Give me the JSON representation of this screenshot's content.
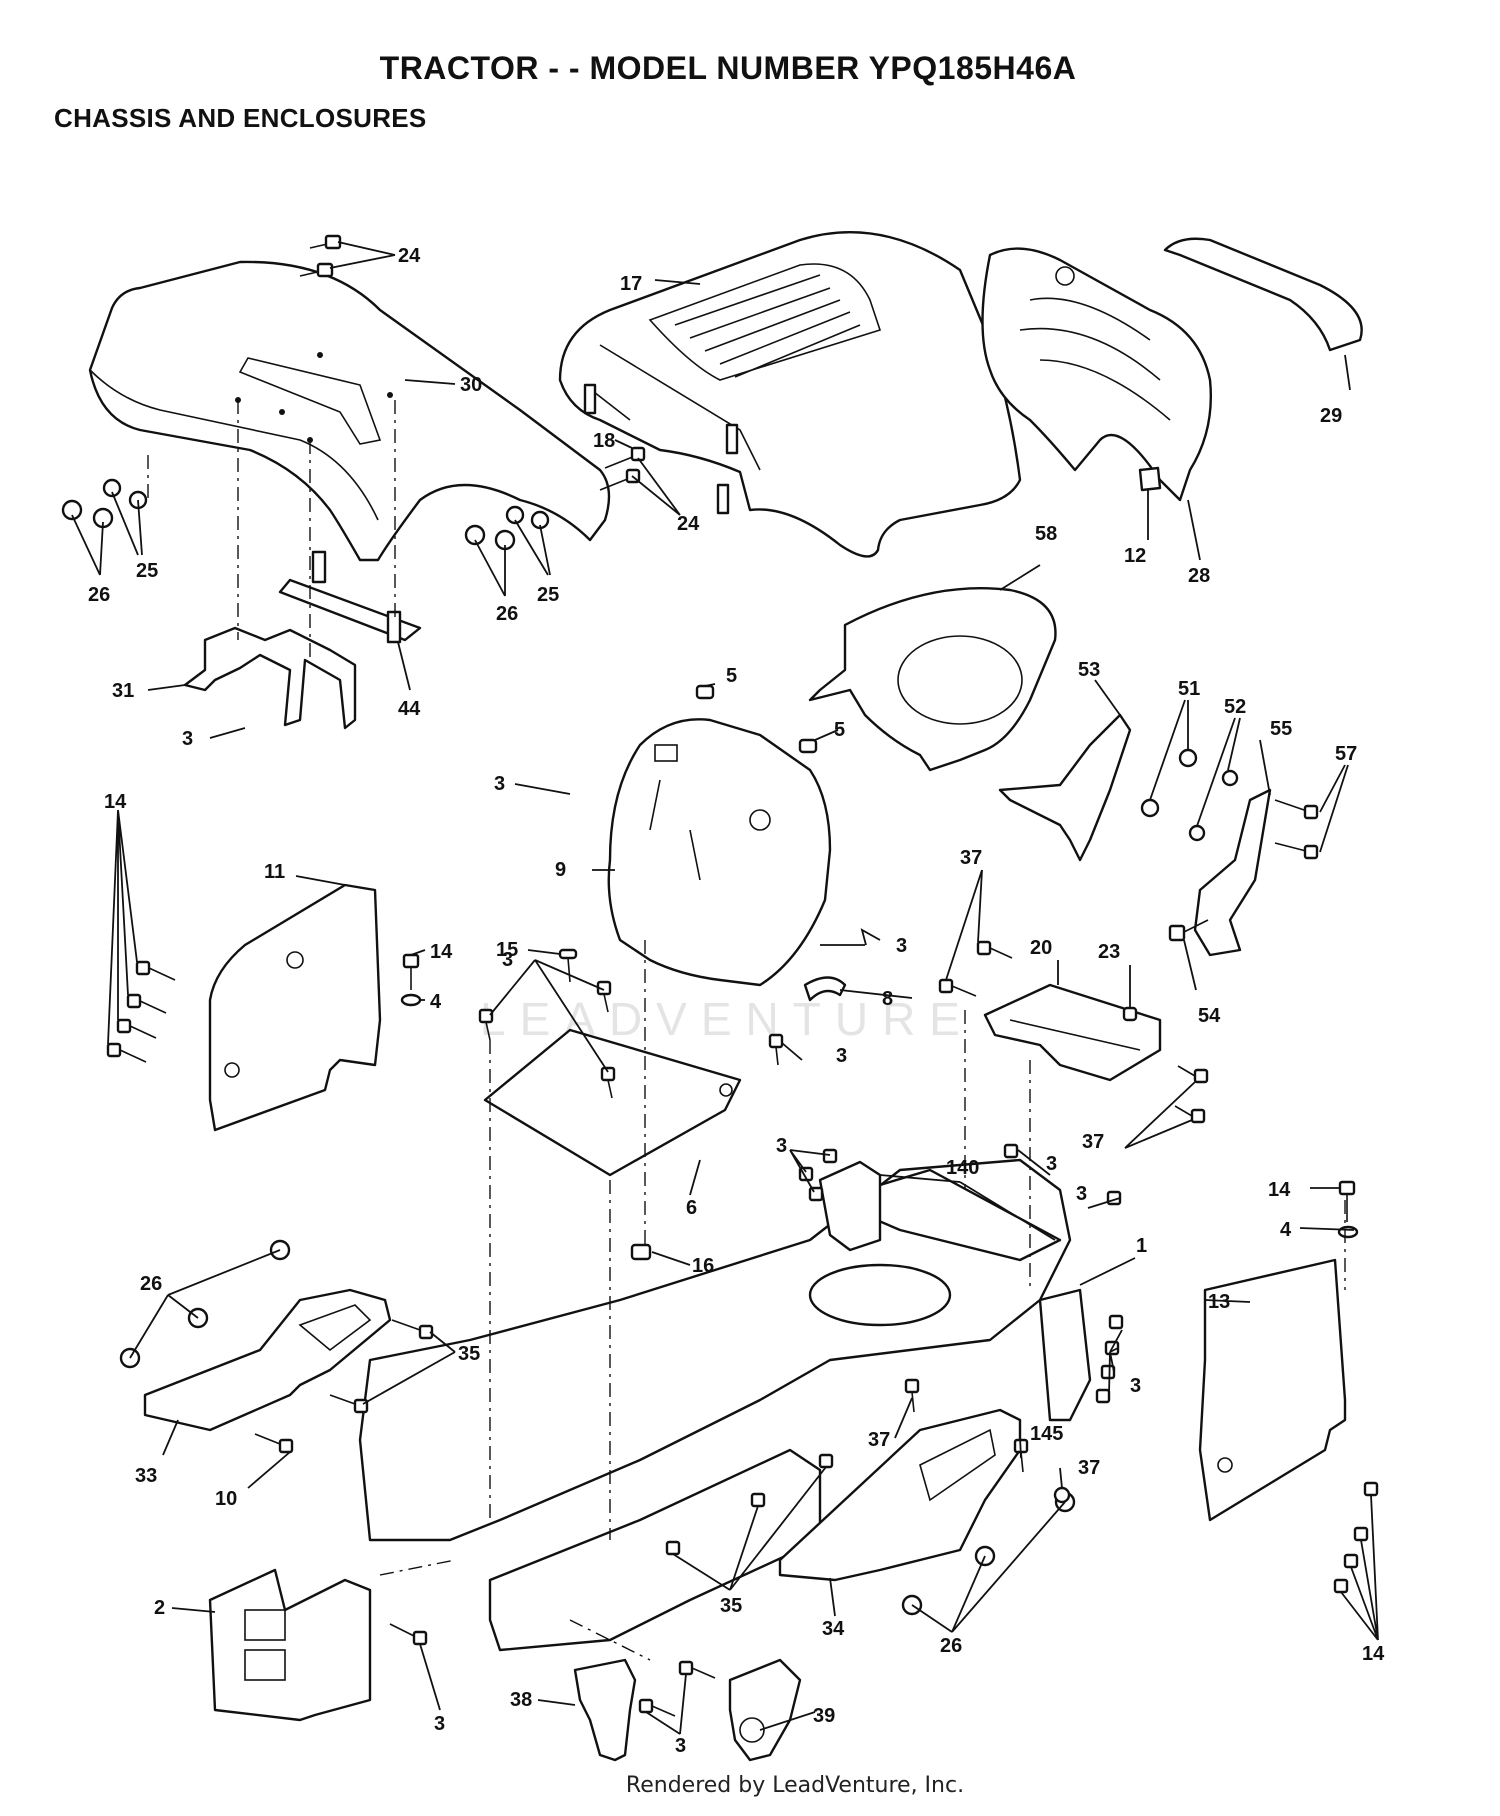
{
  "title": "TRACTOR - - MODEL NUMBER YPQ185H46A",
  "subtitle": "CHASSIS AND ENCLOSURES",
  "footer": "Rendered by LeadVenture, Inc.",
  "watermark": "LEADVENTURE",
  "callouts": [
    {
      "id": "24a",
      "label": "24"
    },
    {
      "id": "17",
      "label": "17"
    },
    {
      "id": "30",
      "label": "30"
    },
    {
      "id": "29",
      "label": "29"
    },
    {
      "id": "18",
      "label": "18"
    },
    {
      "id": "24b",
      "label": "24"
    },
    {
      "id": "25a",
      "label": "25"
    },
    {
      "id": "26a",
      "label": "26"
    },
    {
      "id": "26b",
      "label": "26"
    },
    {
      "id": "25b",
      "label": "25"
    },
    {
      "id": "12",
      "label": "12"
    },
    {
      "id": "28",
      "label": "28"
    },
    {
      "id": "58",
      "label": "58"
    },
    {
      "id": "31",
      "label": "31"
    },
    {
      "id": "44",
      "label": "44"
    },
    {
      "id": "3a",
      "label": "3"
    },
    {
      "id": "5a",
      "label": "5"
    },
    {
      "id": "5b",
      "label": "5"
    },
    {
      "id": "53",
      "label": "53"
    },
    {
      "id": "51",
      "label": "51"
    },
    {
      "id": "52",
      "label": "52"
    },
    {
      "id": "55",
      "label": "55"
    },
    {
      "id": "57",
      "label": "57"
    },
    {
      "id": "3b",
      "label": "3"
    },
    {
      "id": "9",
      "label": "9"
    },
    {
      "id": "14a",
      "label": "14"
    },
    {
      "id": "11",
      "label": "11"
    },
    {
      "id": "15",
      "label": "15"
    },
    {
      "id": "14b",
      "label": "14"
    },
    {
      "id": "4a",
      "label": "4"
    },
    {
      "id": "3c",
      "label": "3"
    },
    {
      "id": "37a",
      "label": "37"
    },
    {
      "id": "20",
      "label": "20"
    },
    {
      "id": "23",
      "label": "23"
    },
    {
      "id": "3d",
      "label": "3"
    },
    {
      "id": "8",
      "label": "8"
    },
    {
      "id": "54",
      "label": "54"
    },
    {
      "id": "3e",
      "label": "3"
    },
    {
      "id": "37b",
      "label": "37"
    },
    {
      "id": "3f",
      "label": "3"
    },
    {
      "id": "140",
      "label": "140"
    },
    {
      "id": "3g",
      "label": "3"
    },
    {
      "id": "6",
      "label": "6"
    },
    {
      "id": "3h",
      "label": "3"
    },
    {
      "id": "14c",
      "label": "14"
    },
    {
      "id": "4b",
      "label": "4"
    },
    {
      "id": "1",
      "label": "1"
    },
    {
      "id": "16",
      "label": "16"
    },
    {
      "id": "26c",
      "label": "26"
    },
    {
      "id": "13",
      "label": "13"
    },
    {
      "id": "35a",
      "label": "35"
    },
    {
      "id": "3i",
      "label": "3"
    },
    {
      "id": "37c",
      "label": "37"
    },
    {
      "id": "145",
      "label": "145"
    },
    {
      "id": "37d",
      "label": "37"
    },
    {
      "id": "33",
      "label": "33"
    },
    {
      "id": "10",
      "label": "10"
    },
    {
      "id": "2",
      "label": "2"
    },
    {
      "id": "35b",
      "label": "35"
    },
    {
      "id": "34",
      "label": "34"
    },
    {
      "id": "14d",
      "label": "14"
    },
    {
      "id": "38",
      "label": "38"
    },
    {
      "id": "3j",
      "label": "3"
    },
    {
      "id": "3k",
      "label": "3"
    },
    {
      "id": "39",
      "label": "39"
    },
    {
      "id": "26d",
      "label": "26"
    }
  ]
}
